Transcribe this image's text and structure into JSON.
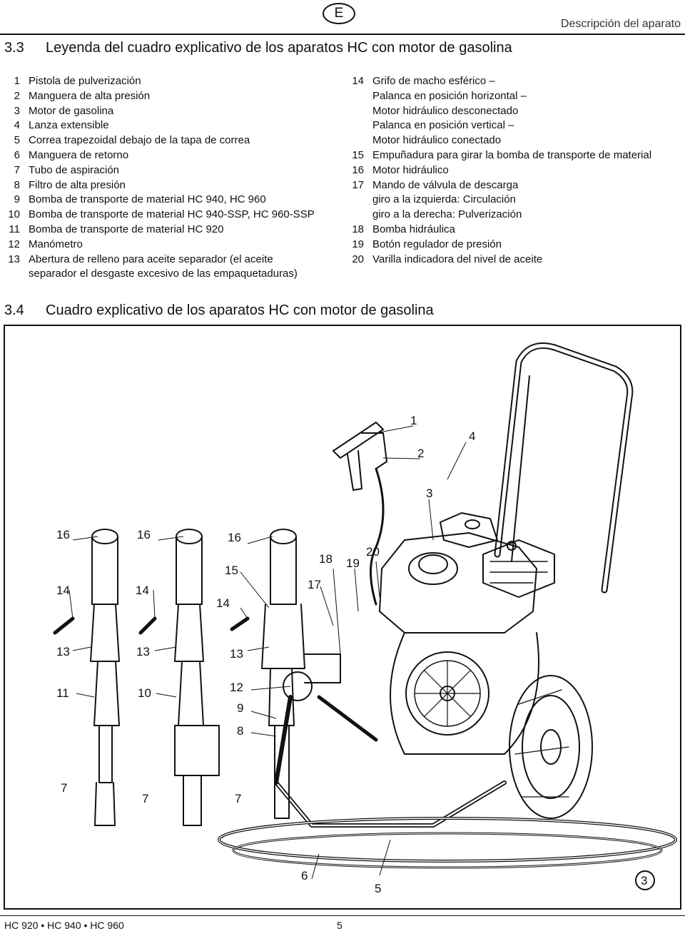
{
  "header": {
    "lang_badge": "E",
    "section": "Descripción del aparato"
  },
  "legend": {
    "number": "3.3",
    "title": "Leyenda del cuadro explicativo de los aparatos HC con motor de gasolina",
    "left_items": [
      {
        "n": "1",
        "text": "Pistola de pulverización"
      },
      {
        "n": "2",
        "text": "Manguera de alta presión"
      },
      {
        "n": "3",
        "text": "Motor de gasolina"
      },
      {
        "n": "4",
        "text": "Lanza extensible"
      },
      {
        "n": "5",
        "text": "Correa trapezoidal debajo de la tapa de correa"
      },
      {
        "n": "6",
        "text": "Manguera de retorno"
      },
      {
        "n": "7",
        "text": "Tubo de aspiración"
      },
      {
        "n": "8",
        "text": "Filtro de alta presión"
      },
      {
        "n": "9",
        "text": "Bomba de transporte de material HC 940, HC 960"
      },
      {
        "n": "10",
        "text": "Bomba de transporte de material HC 940-SSP, HC 960-SSP"
      },
      {
        "n": "11",
        "text": "Bomba de transporte de material HC 920"
      },
      {
        "n": "12",
        "text": "Manómetro"
      },
      {
        "n": "13",
        "text": "Abertura de relleno para aceite separador (el aceite\nseparador el desgaste excesivo de las empaquetaduras)"
      }
    ],
    "right_items": [
      {
        "n": "14",
        "text": "Grifo de macho esférico –"
      },
      {
        "n": "",
        "text": "Palanca en posición horizontal –"
      },
      {
        "n": "",
        "text": "Motor hidráulico desconectado"
      },
      {
        "n": "",
        "text": "Palanca en posición vertical –"
      },
      {
        "n": "",
        "text": "Motor hidráulico conectado"
      },
      {
        "n": "15",
        "text": "Empuñadura para girar la bomba de transporte de material"
      },
      {
        "n": "16",
        "text": "Motor hidráulico"
      },
      {
        "n": "17",
        "text": "Mando de válvula de descarga"
      },
      {
        "n": "",
        "text": "giro a la izquierda: Circulación"
      },
      {
        "n": "",
        "text": "giro a la derecha: Pulverización"
      },
      {
        "n": "18",
        "text": "Bomba hidráulica"
      },
      {
        "n": "19",
        "text": "Botón regulador de presión"
      },
      {
        "n": "20",
        "text": "Varilla indicadora del nivel de aceite"
      }
    ]
  },
  "diagram": {
    "number": "3.4",
    "title": "Cuadro explicativo de los aparatos HC con motor de gasolina",
    "labels": {
      "l1": "1",
      "l2": "2",
      "l3": "3",
      "l4": "4",
      "l5": "5",
      "l6": "6",
      "l7a": "7",
      "l7b": "7",
      "l7c": "7",
      "l8": "8",
      "l9": "9",
      "l10": "10",
      "l11": "11",
      "l12": "12",
      "l13a": "13",
      "l13b": "13",
      "l13c": "13",
      "l14a": "14",
      "l14b": "14",
      "l14c": "14",
      "l15": "15",
      "l16a": "16",
      "l16b": "16",
      "l16c": "16",
      "l17": "17",
      "l18": "18",
      "l19": "19",
      "l20": "20",
      "circled": "3"
    }
  },
  "footer": {
    "models": "HC 920 • HC 940 • HC 960",
    "page": "5"
  }
}
